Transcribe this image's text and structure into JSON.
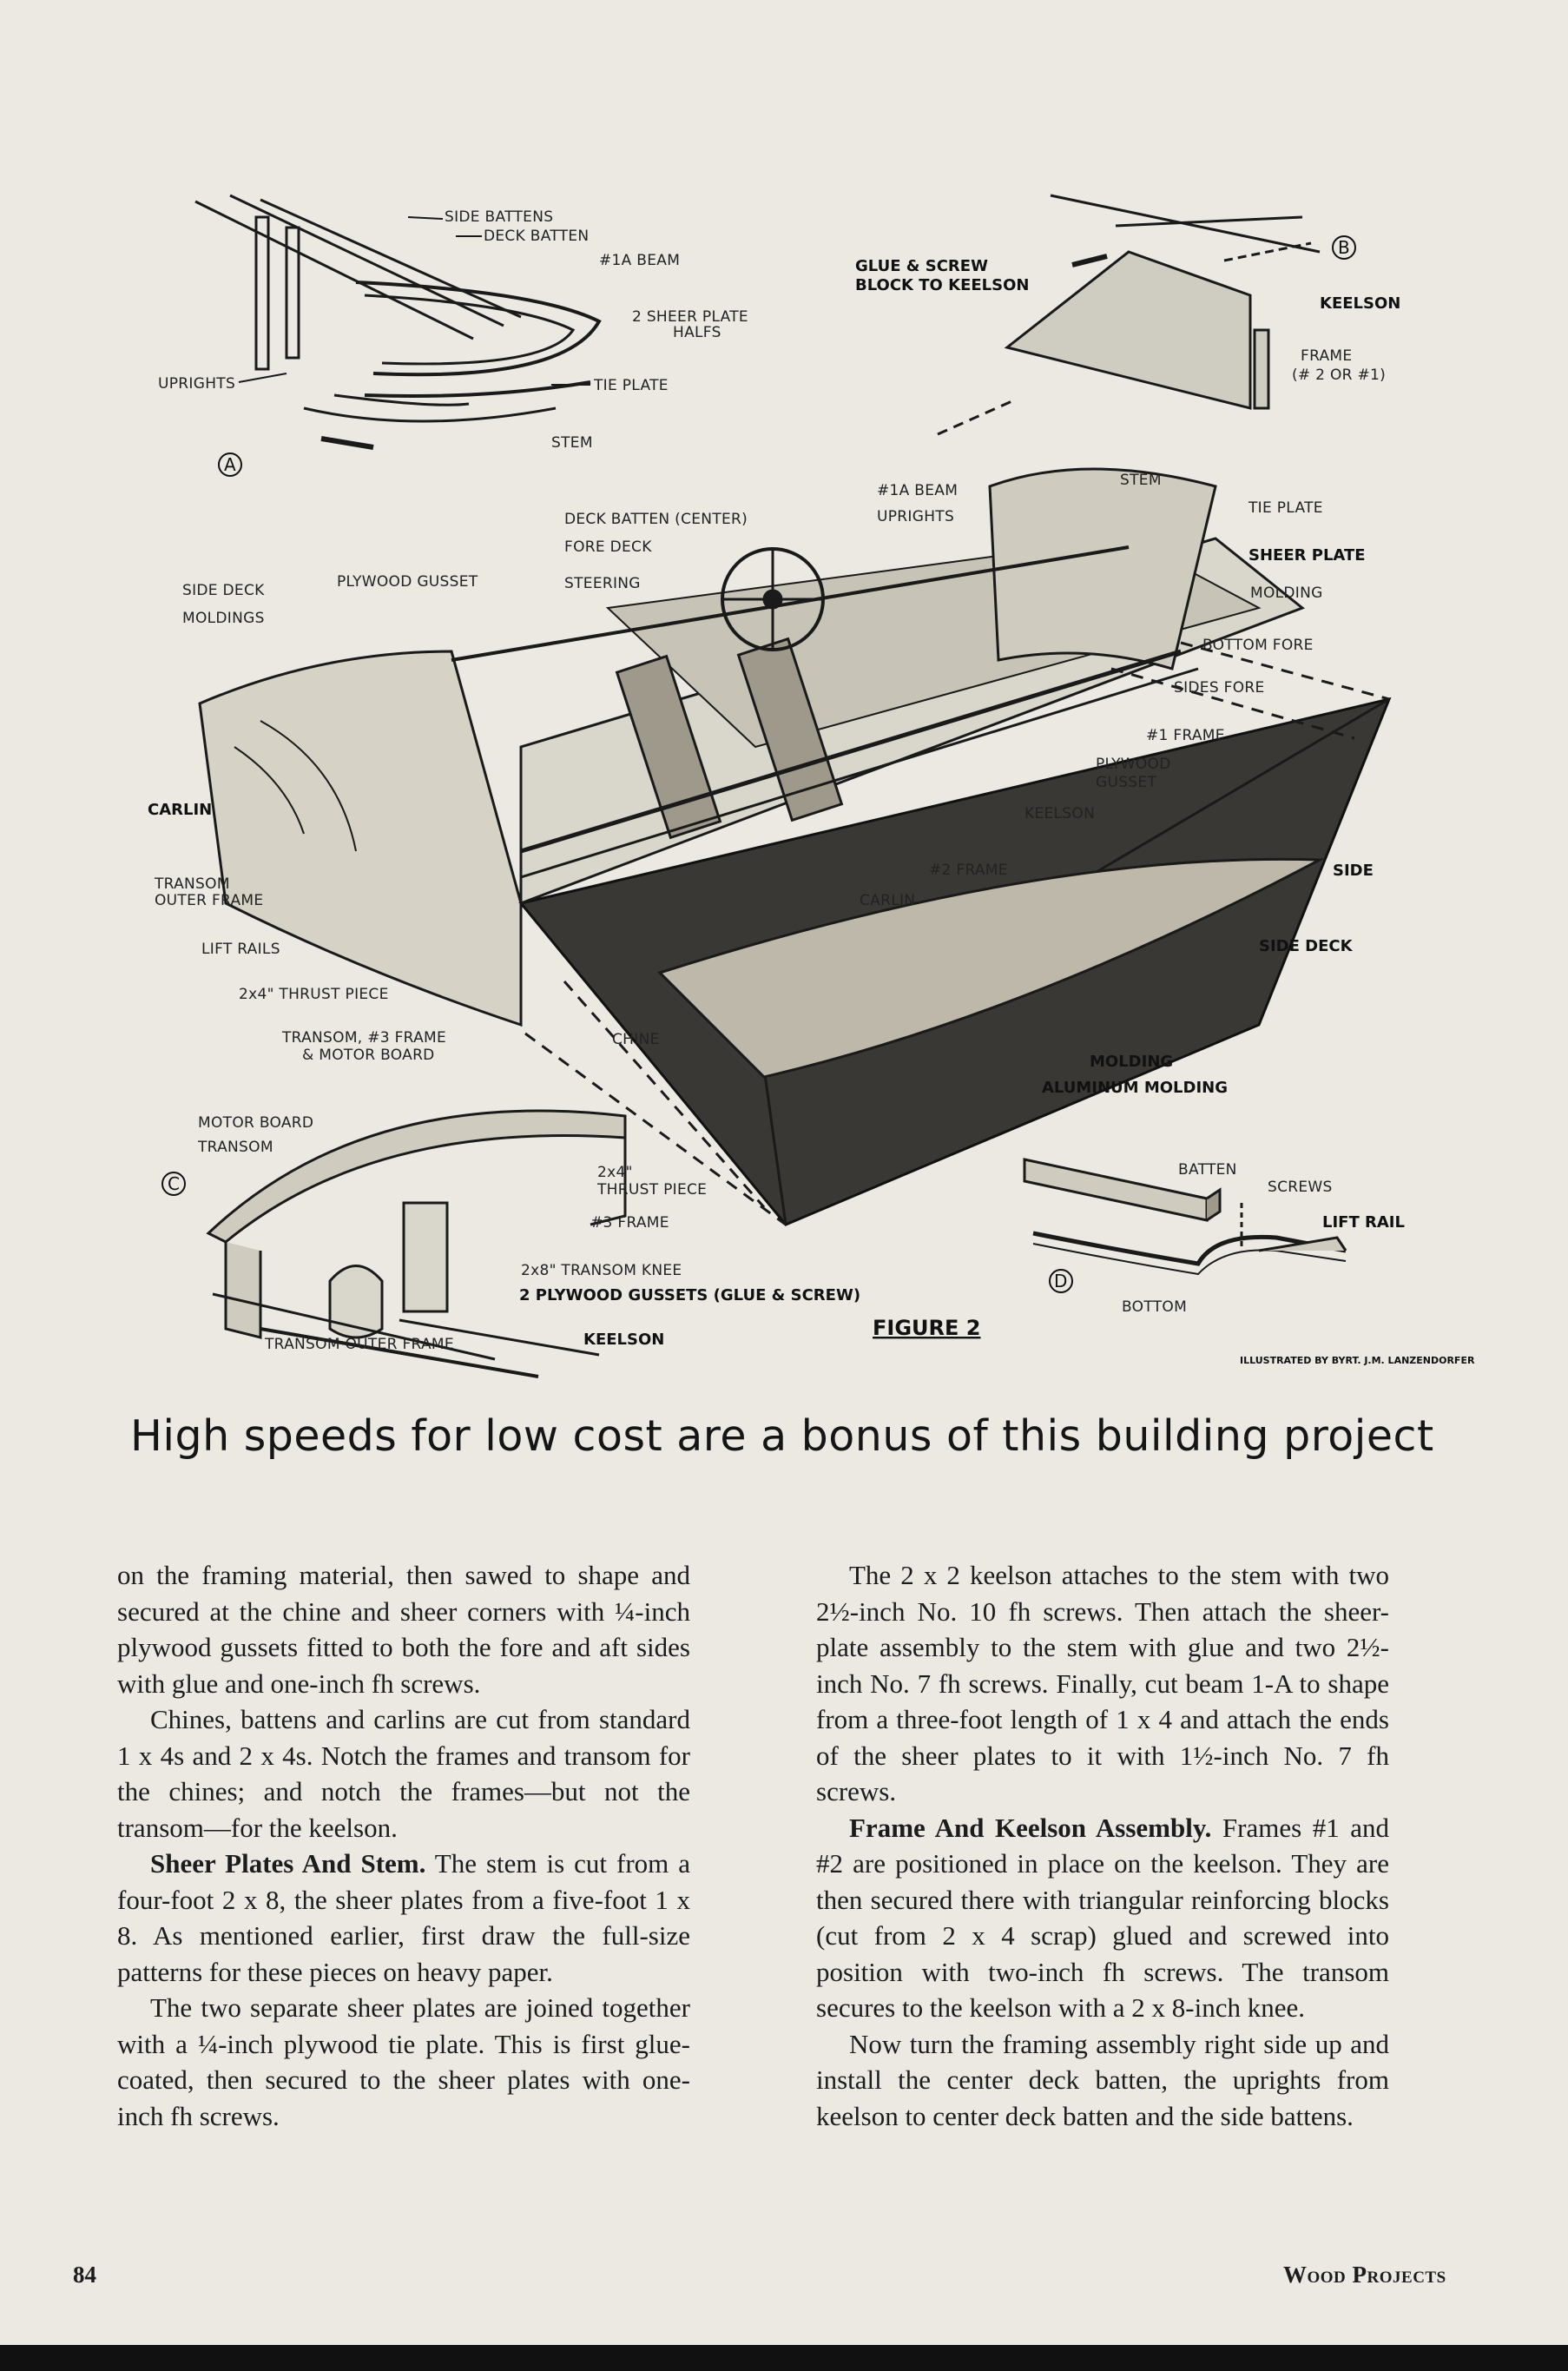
{
  "figure": {
    "caption": "FIGURE 2",
    "credit": "ILLUSTRATED BY BYRT. J.M. LANZENDORFER",
    "views": [
      "A",
      "B",
      "C",
      "D"
    ],
    "labels_a": [
      "SIDE BATTENS",
      "DECK BATTEN",
      "#1A BEAM",
      "2 SHEER PLATE",
      "HALFS",
      "UPRIGHTS",
      "TIE PLATE",
      "STEM"
    ],
    "labels_b": [
      "GLUE & SCREW",
      "BLOCK TO KEELSON",
      "KEELSON",
      "FRAME",
      "(# 2 OR #1)"
    ],
    "labels_main": [
      "#1A BEAM",
      "UPRIGHTS",
      "STEM",
      "TIE PLATE",
      "SHEER PLATE",
      "MOLDING",
      "BOTTOM FORE",
      "SIDES FORE",
      "#1 FRAME",
      "PLYWOOD",
      "GUSSET",
      "KEELSON",
      "#2 FRAME",
      "CARLIN",
      "SIDE",
      "SIDE DECK",
      "MOLDING",
      "ALUMINUM MOLDING",
      "DECK BATTEN (CENTER)",
      "FORE DECK",
      "STEERING",
      "SIDE DECK",
      "MOLDINGS",
      "PLYWOOD GUSSET",
      "CARLIN",
      "TRANSOM",
      "OUTER FRAME",
      "LIFT RAILS",
      "2x4\" THRUST PIECE",
      "TRANSOM, #3 FRAME",
      "& MOTOR BOARD",
      "CHINE"
    ],
    "labels_c": [
      "MOTOR BOARD",
      "TRANSOM",
      "2x4\"",
      "THRUST PIECE",
      "#3 FRAME",
      "2x8\" TRANSOM KNEE",
      "2 PLYWOOD GUSSETS (GLUE & SCREW)",
      "KEELSON",
      "TRANSOM OUTER FRAME"
    ],
    "labels_d": [
      "BATTEN",
      "SCREWS",
      "LIFT RAIL",
      "BOTTOM"
    ]
  },
  "headline": "High speeds for low cost are a bonus of this building project",
  "col_left": [
    {
      "head": "",
      "text": "on the framing material, then sawed to shape and secured at the chine and sheer corners with ¼-inch plywood gussets fitted to both the fore and aft sides with glue and one-inch fh screws.",
      "indent": false
    },
    {
      "head": "",
      "text": "Chines, battens and carlins are cut from standard 1 x 4s and 2 x 4s. Notch the frames and transom for the chines; and notch the frames—but not the transom—for the keelson.",
      "indent": true
    },
    {
      "head": "Sheer Plates And Stem.",
      "text": " The stem is cut from a four-foot 2 x 8, the sheer plates from a five-foot 1 x 8. As mentioned earlier, first draw the full-size patterns for these pieces on heavy paper.",
      "indent": true
    },
    {
      "head": "",
      "text": "The two separate sheer plates are joined together with a ¼-inch plywood tie plate. This is first glue-coated, then secured to the sheer plates with one-inch fh screws.",
      "indent": true
    }
  ],
  "col_right": [
    {
      "head": "",
      "text": "The 2 x 2 keelson attaches to the stem with two 2½-inch No. 10 fh screws. Then attach the sheer-plate assembly to the stem with glue and two 2½-inch No. 7 fh screws. Finally, cut beam 1-A to shape from a three-foot length of 1 x 4 and attach the ends of the sheer plates to it with 1½-inch No. 7 fh screws.",
      "indent": true
    },
    {
      "head": "Frame And Keelson Assembly.",
      "text": " Frames #1 and #2 are positioned in place on the keelson. They are then secured there with triangular reinforcing blocks (cut from 2 x 4 scrap) glued and screwed into position with two-inch fh screws. The transom secures to the keelson with a 2 x 8-inch knee.",
      "indent": true
    },
    {
      "head": "",
      "text": "Now turn the framing assembly right side up and install the center deck batten, the uprights from keelson to center deck batten and the side battens.",
      "indent": true
    }
  ],
  "folio": {
    "page_number": "84",
    "title": "Wood Projects"
  }
}
